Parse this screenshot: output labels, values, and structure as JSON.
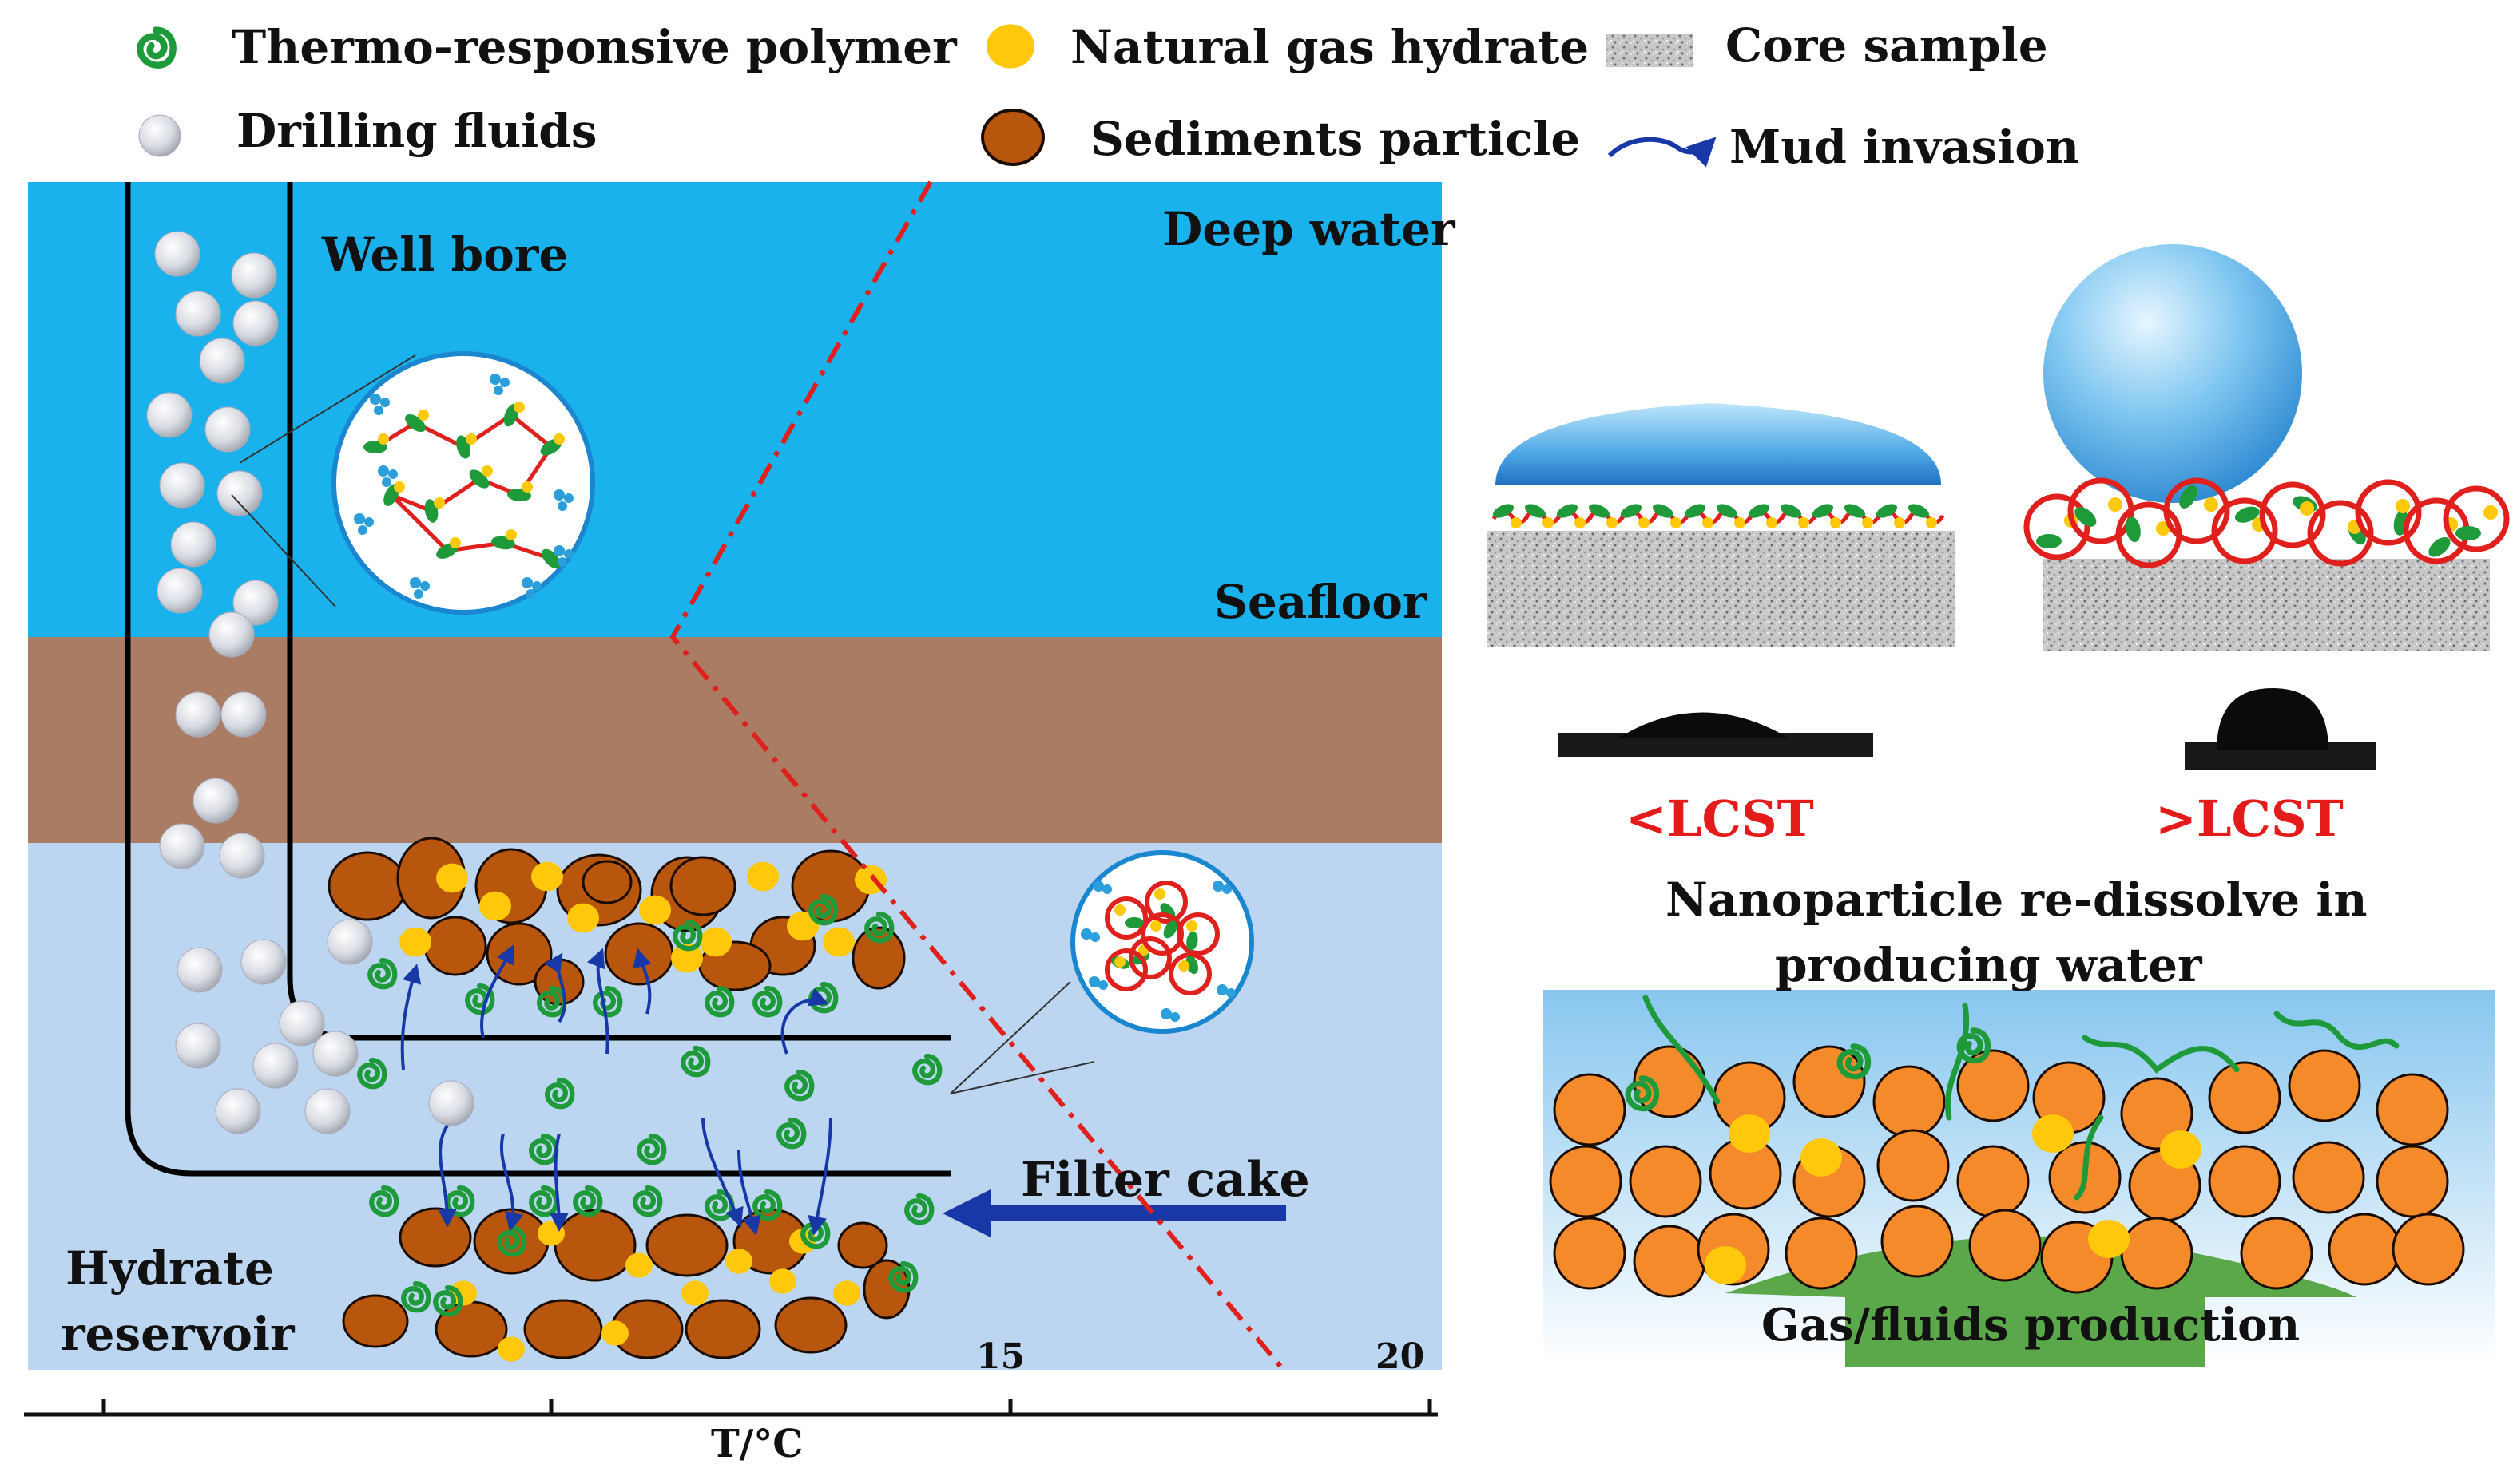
{
  "legend": {
    "polymer": "Thermo-responsive polymer",
    "drilling_fluids": "Drilling fluids",
    "hydrate": "Natural gas hydrate",
    "sediment": "Sediments particle",
    "core": "Core sample",
    "mud": "Mud invasion"
  },
  "left_panel": {
    "well_bore": "Well bore",
    "deep_water": "Deep water",
    "seafloor": "Seafloor",
    "filter_cake": "Filter cake",
    "hydrate_reservoir_1": "Hydrate",
    "hydrate_reservoir_2": "reservoir",
    "tick_15": "15",
    "tick_20": "20",
    "axis_label": "T/°C"
  },
  "right_panel": {
    "below_lcst": "<LCST",
    "above_lcst": ">LCST",
    "redissolve_1": "Nanoparticle re-dissolve in",
    "redissolve_2": "producing water",
    "production": "Gas/fluids production"
  },
  "colors": {
    "deep_water": "#1ab2ec",
    "seafloor": "#a97c63",
    "reservoir": "#bcd6f1",
    "hydrate": "#ffc80a",
    "sediment": "#b8560d",
    "polymer_green": "#1e9a3a",
    "polymer_red": "#e0201c",
    "arrow_blue": "#1838a8",
    "red_lcst": "#e31b1b",
    "orange_particle": "#f58a2b"
  }
}
